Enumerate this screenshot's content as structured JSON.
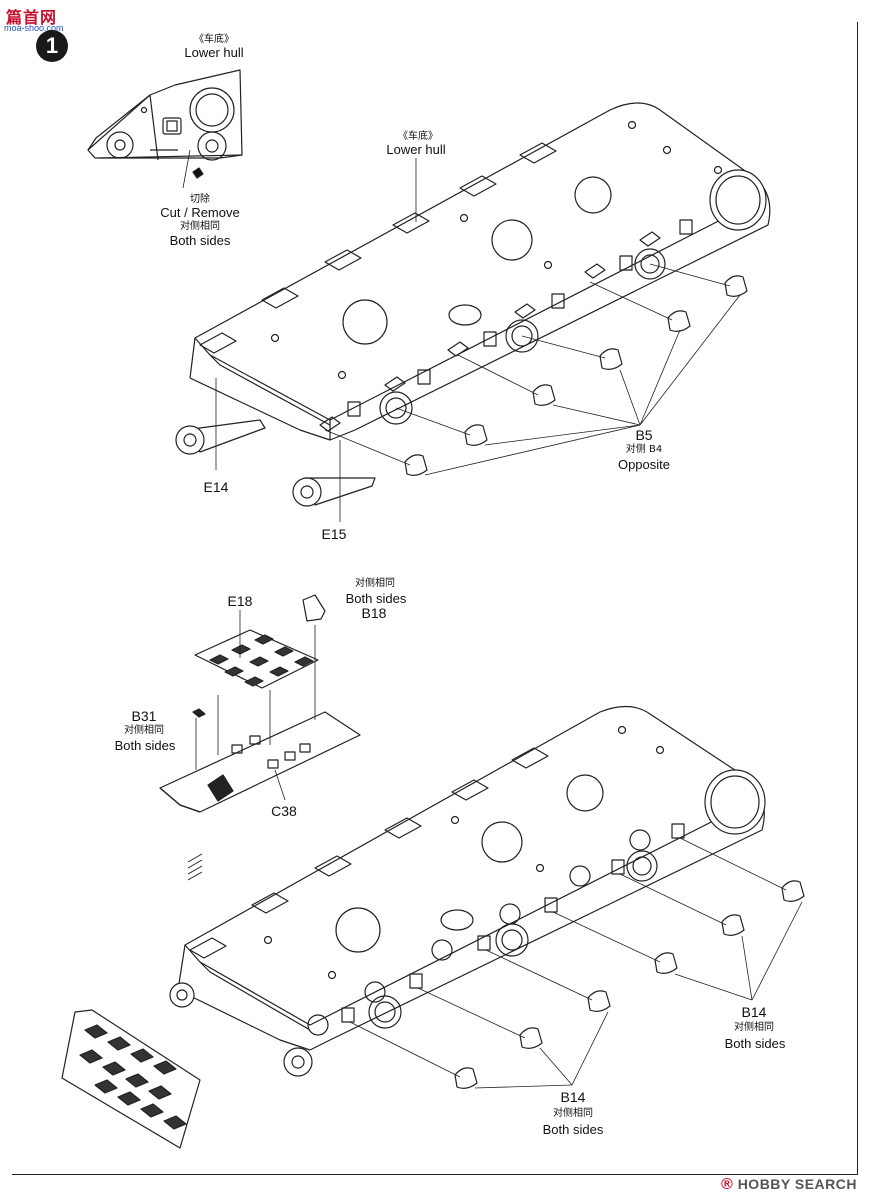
{
  "watermark": {
    "site_cn": "篇首网",
    "site_url": "moa-shoo.com",
    "footer_mark": "®",
    "footer_text": "HOBBY SEARCH"
  },
  "step": {
    "number": "1"
  },
  "inset": {
    "title_cn": "《车底》",
    "title_en": "Lower hull",
    "note_cn": "切除",
    "note_en": "Cut / Remove",
    "sides_cn": "对侧相同",
    "sides_en": "Both sides"
  },
  "upper_assembly": {
    "hull_cn": "《车底》",
    "hull_en": "Lower hull",
    "part_b5": "B5",
    "b5_note_cn": "对侧 B4",
    "b5_note_en": "Opposite",
    "part_e14": "E14",
    "part_e15": "E15"
  },
  "lower_assembly": {
    "part_e18": "E18",
    "b18_note_cn": "对侧相同",
    "b18_note_en": "Both sides",
    "part_b18": "B18",
    "part_b31": "B31",
    "b31_note_cn": "对侧相同",
    "b31_note_en": "Both sides",
    "part_c38": "C38",
    "part_b14_right": "B14",
    "b14_right_note_cn": "对侧相同",
    "b14_right_note_en": "Both sides",
    "part_b14_bottom": "B14",
    "b14_bottom_note_cn": "对侧相同",
    "b14_bottom_note_en": "Both sides"
  }
}
